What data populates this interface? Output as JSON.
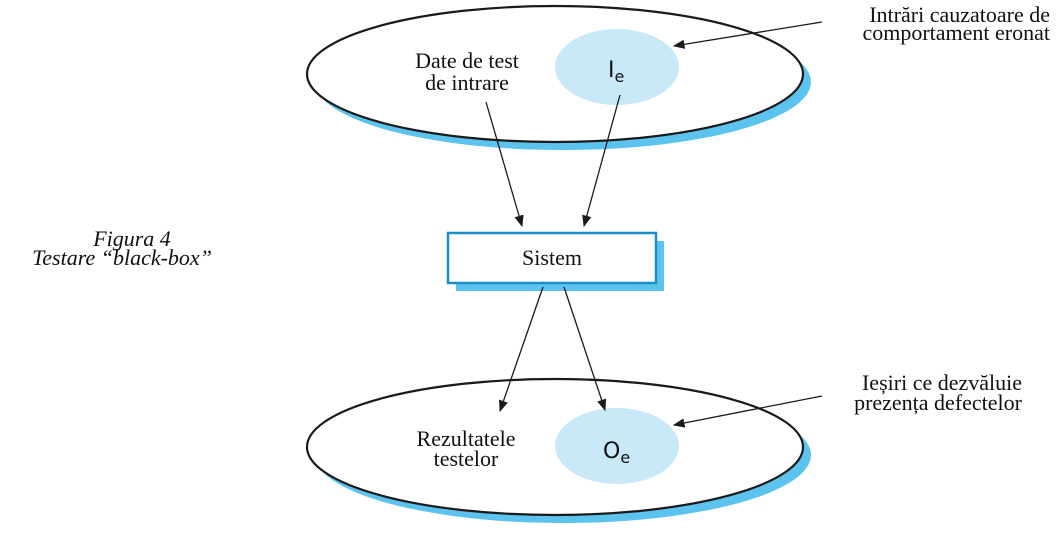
{
  "figure": {
    "caption_line1": "Figura 4",
    "caption_line2": "Testare “black-box”"
  },
  "input_set": {
    "label_line1": "Date de test",
    "label_line2": "de intrare",
    "subset_symbol": "I",
    "subset_subscript": "e",
    "annotation_line1": "Intrări cauzatoare de",
    "annotation_line2": "comportament eronat"
  },
  "system": {
    "label": "Sistem"
  },
  "output_set": {
    "label_line1": "Rezultatele",
    "label_line2": "testelor",
    "subset_symbol": "O",
    "subset_subscript": "e",
    "annotation_line1": "Ieșiri ce dezvăluie",
    "annotation_line2": "prezența defectelor"
  },
  "colors": {
    "shadow": "#5cc2ee",
    "subset_fill": "#c9e9f8",
    "stroke": "#1a1a1a",
    "box_border": "#1a8fc9"
  }
}
